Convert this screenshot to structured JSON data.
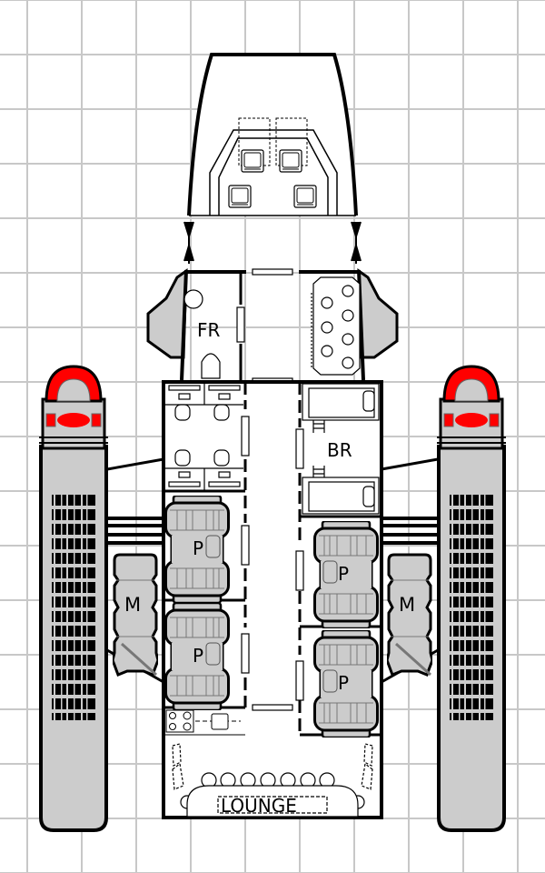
{
  "rooms": {
    "fresher": "FR",
    "bunk_room": "BR",
    "lounge": "LOUNGE",
    "pods": [
      "P",
      "P",
      "P",
      "P"
    ],
    "modules": [
      "M",
      "M"
    ]
  },
  "colors": {
    "hull_grey": "#cccccc",
    "engine_red": "#ff0000",
    "grid": "#c8c8c8"
  }
}
